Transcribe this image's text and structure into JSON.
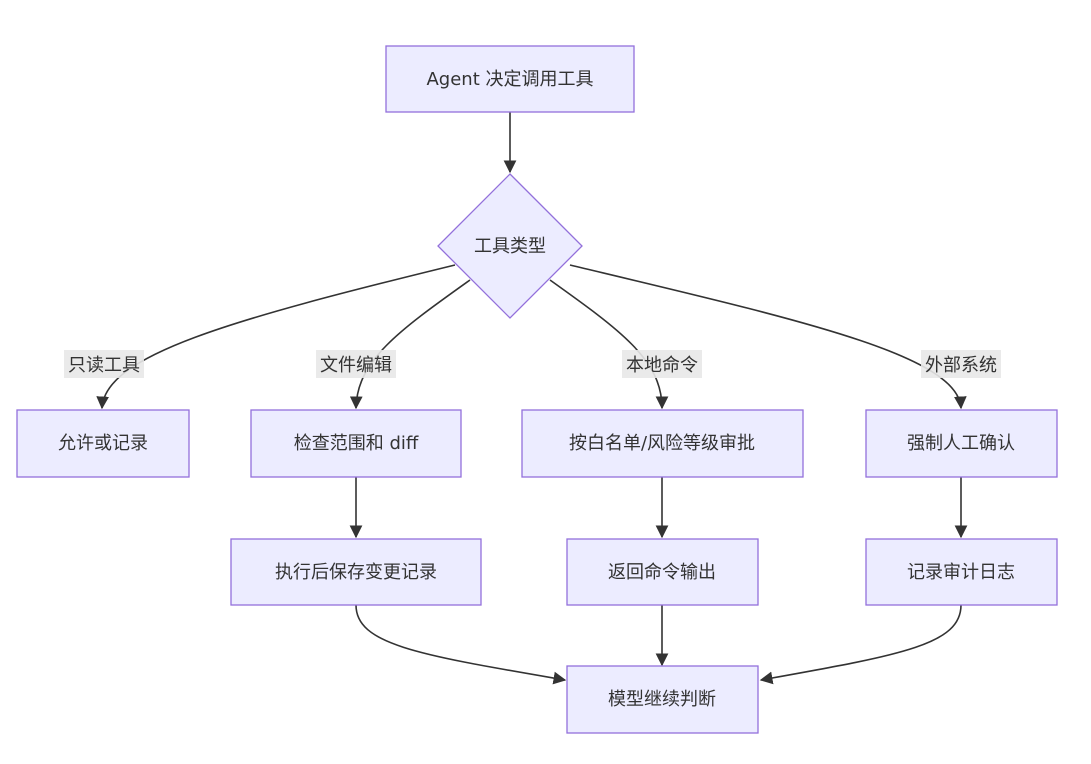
{
  "diagram": {
    "nodes": {
      "start": "Agent 决定调用工具",
      "decision": "工具类型",
      "allow": "允许或记录",
      "check_diff": "检查范围和 diff",
      "approve": "按白名单/风险等级审批",
      "confirm": "强制人工确认",
      "save_change": "执行后保存变更记录",
      "return_output": "返回命令输出",
      "audit_log": "记录审计日志",
      "continue": "模型继续判断"
    },
    "edge_labels": {
      "readonly": "只读工具",
      "file_edit": "文件编辑",
      "local_cmd": "本地命令",
      "external": "外部系统"
    },
    "colors": {
      "node_fill": "#ECECFF",
      "node_stroke": "#9370DB",
      "edge": "#333333",
      "label_bg": "#E8E8E8",
      "text": "#333333"
    }
  }
}
